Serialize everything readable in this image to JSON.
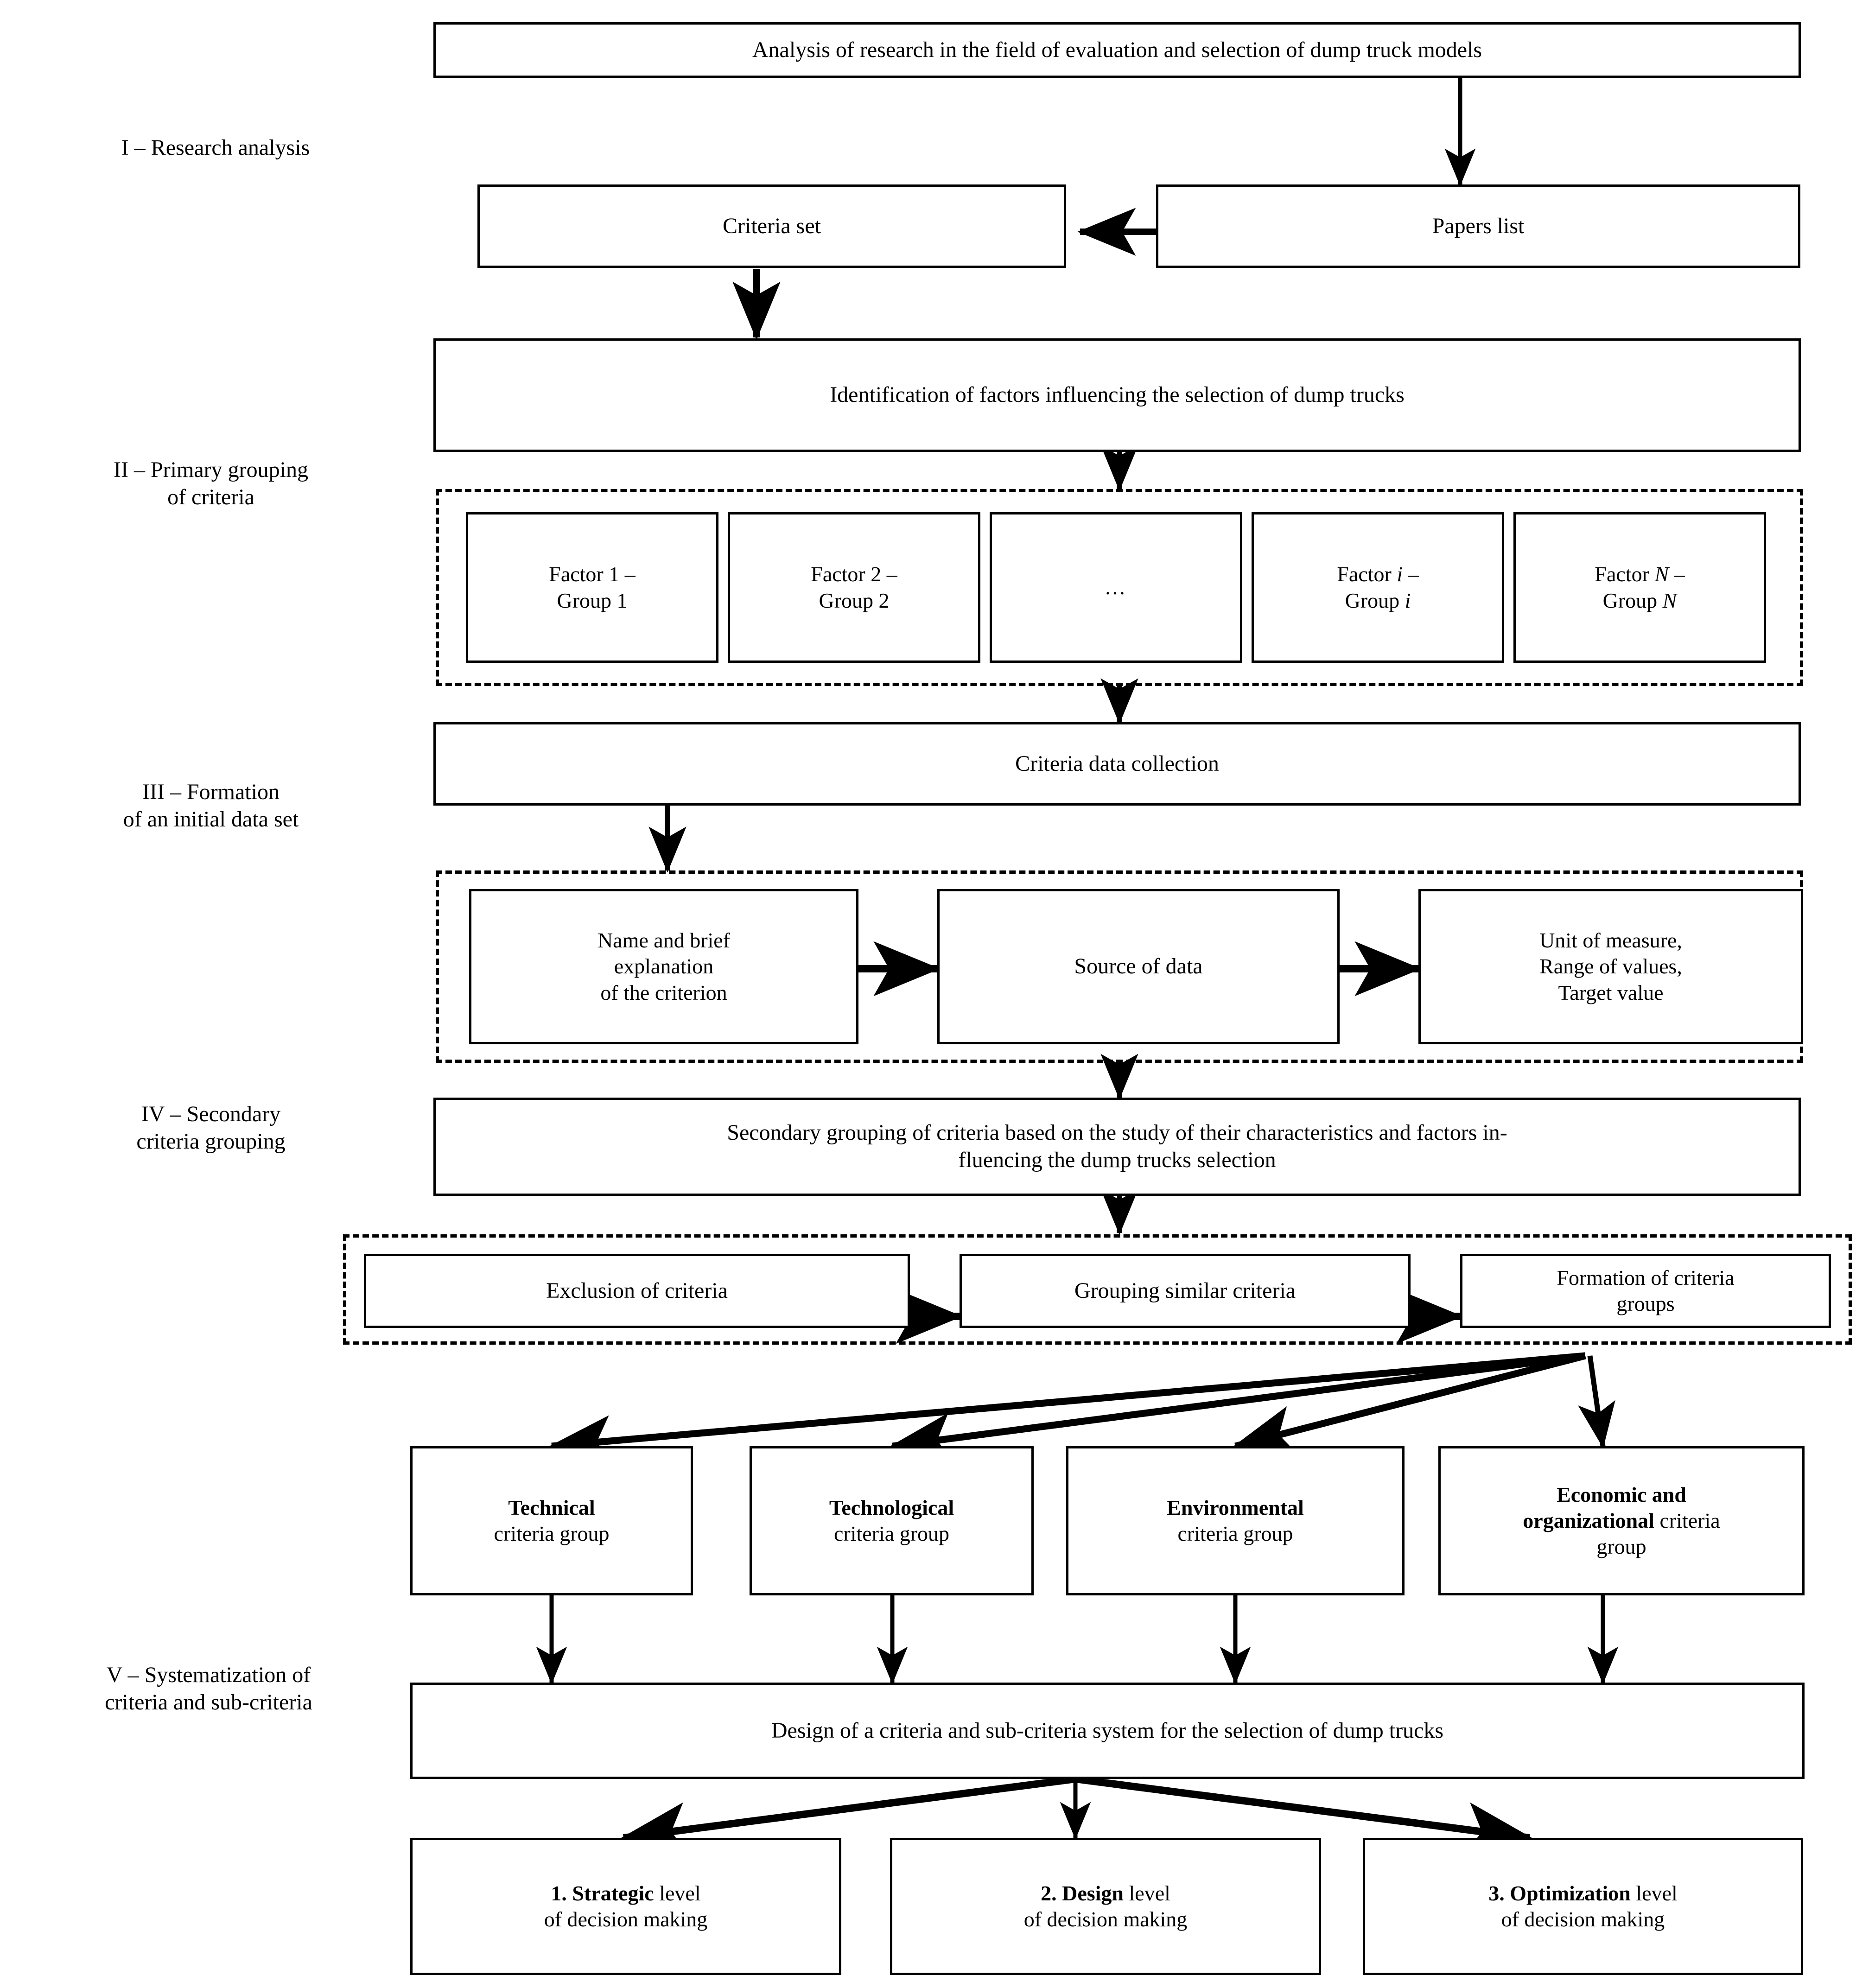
{
  "diagram": {
    "title": "Methodology flowchart for design of a criteria and sub-criteria system for dump truck selection",
    "stages": [
      {
        "id": "I",
        "label": "I – Research analysis"
      },
      {
        "id": "II",
        "label": "II – Primary grouping\nof criteria"
      },
      {
        "id": "III",
        "label": "III – Formation\nof an initial data set"
      },
      {
        "id": "IV",
        "label": "IV – Secondary\ncriteria grouping"
      },
      {
        "id": "V",
        "label": "V – Systematization of\ncriteria and sub-criteria"
      }
    ],
    "stage_lines": {
      "I": [
        "I – Research analysis"
      ],
      "II": [
        "II – Primary grouping",
        "of criteria"
      ],
      "III": [
        "III – Formation",
        "of an initial data set"
      ],
      "IV": [
        "IV – Secondary",
        "criteria grouping"
      ],
      "V": [
        "V – Systematization of",
        "criteria and sub-criteria"
      ]
    },
    "nodes": {
      "analysis": "Analysis of research in the field of evaluation and selection of dump truck models",
      "criteria_set": "Criteria set",
      "papers_list": "Papers list",
      "identification": "Identification of factors influencing the selection of dump trucks",
      "factor1_l1": "Factor 1 –",
      "factor1_l2": "Group 1",
      "factor2_l1": "Factor 2 –",
      "factor2_l2": "Group 2",
      "factor_ellipsis": "…",
      "factor_i_pre": "Factor ",
      "factor_i_var": "i",
      "factor_i_dash": " –",
      "group_i_pre": "Group ",
      "group_i_var": "i",
      "factor_n_pre": "Factor ",
      "factor_n_var": "N",
      "factor_n_dash": " –",
      "group_n_pre": "Group ",
      "group_n_var": "N",
      "data_collection": "Criteria data collection",
      "name_brief_l1": "Name and brief",
      "name_brief_l2": "explanation",
      "name_brief_l3": "of the criterion",
      "source_of_data": "Source of data",
      "unit_l1": "Unit of measure,",
      "unit_l2": "Range of values,",
      "unit_l3": "Target value",
      "secondary_l1": "Secondary grouping of criteria based on the study of their characteristics and factors in-",
      "secondary_l2": "fluencing the dump trucks selection",
      "exclusion": "Exclusion of criteria",
      "grouping_similar": "Grouping similar criteria",
      "formation_l1": "Formation of criteria",
      "formation_l2": "groups",
      "group_technical_bold": "Technical",
      "group_technical_rest": "criteria group",
      "group_technological_bold": "Technological",
      "group_technological_rest": "criteria group",
      "group_environmental_bold": "Environmental",
      "group_environmental_rest": "criteria group",
      "group_econorg_bold_l1": "Economic and",
      "group_econorg_bold_l2": "organizational",
      "group_econorg_rest_l2": " criteria",
      "group_econorg_rest_l3": "group",
      "design_system": "Design of a criteria and sub-criteria system for the selection of dump trucks",
      "level1_bold": "1. Strategic",
      "level1_rest": " level",
      "level1_l2": "of decision making",
      "level2_bold": "2. Design",
      "level2_rest": " level",
      "level2_l2": "of decision making",
      "level3_bold": "3. Optimization",
      "level3_rest": " level",
      "level3_l2": "of decision making"
    },
    "colors": {
      "stroke": "#000000",
      "fill": "#ffffff"
    }
  }
}
